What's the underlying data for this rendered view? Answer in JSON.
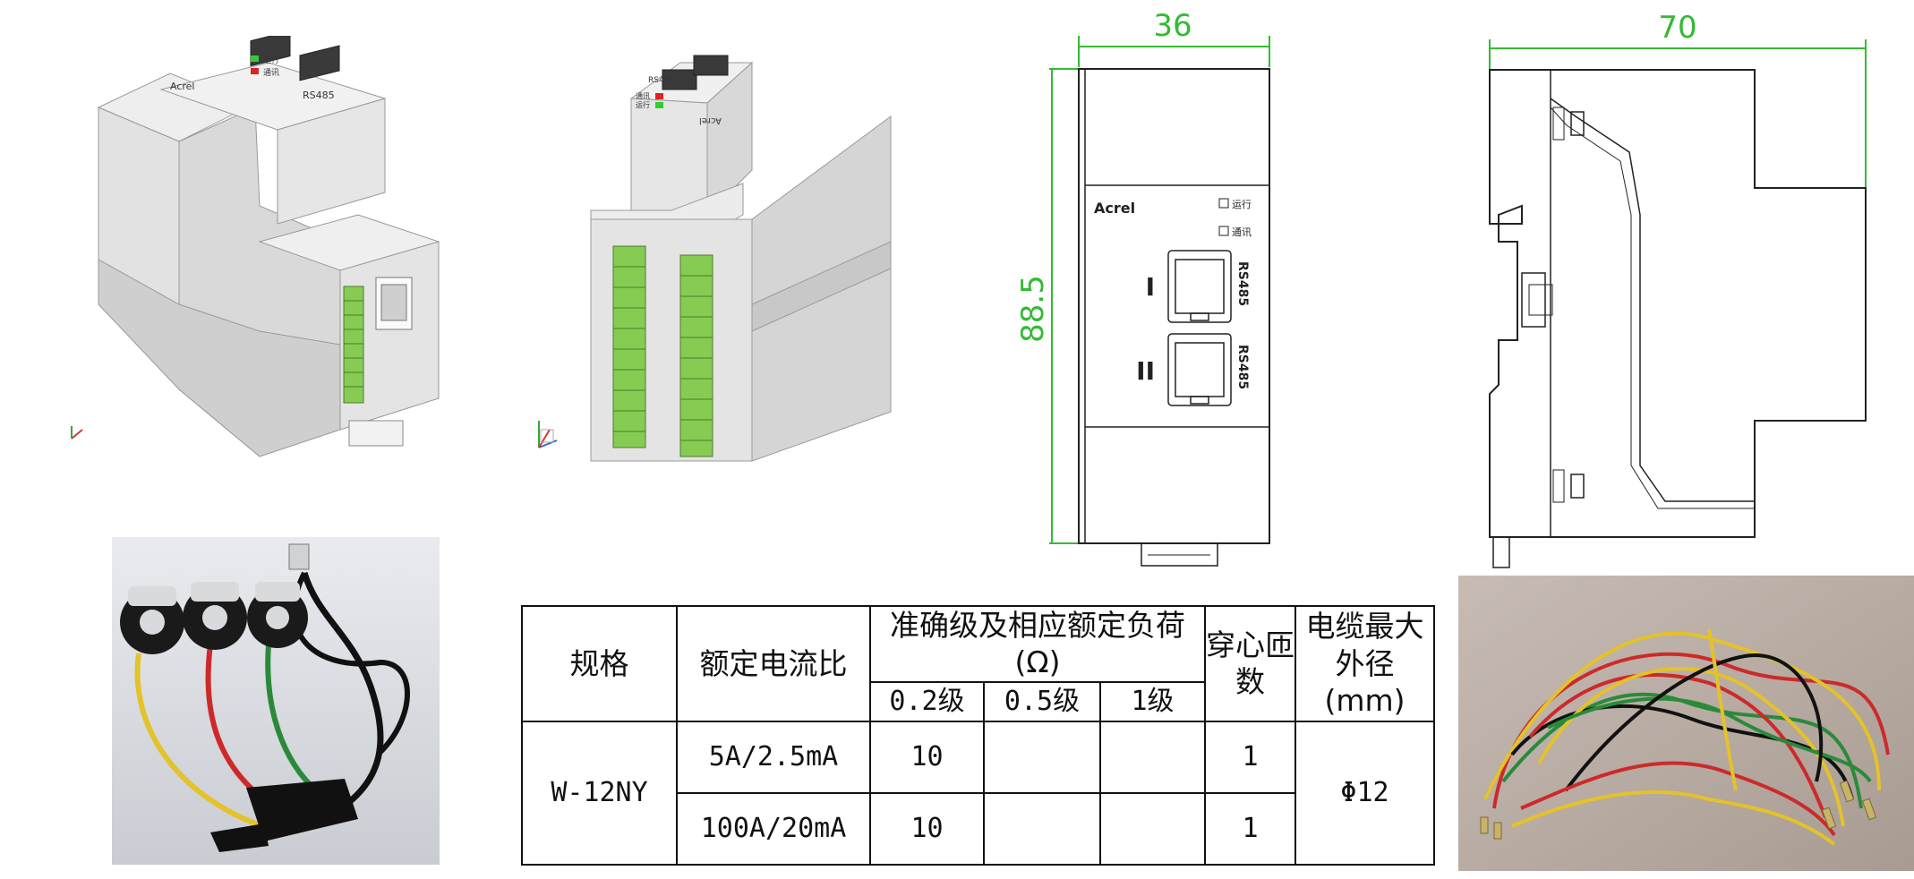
{
  "drawings": {
    "front_view": {
      "dim_width": "36",
      "dim_height": "88.5",
      "brand": "Acrel",
      "led_run": "运行",
      "led_comm": "通讯",
      "port_1_numeral": "I",
      "port_2_numeral": "II",
      "port_1_label": "RS485",
      "port_2_label": "RS485"
    },
    "side_view": {
      "dim_width": "70"
    },
    "module_render_1": {
      "brand": "Acrel",
      "port_label": "RS485",
      "led_run": "运行",
      "led_comm": "通讯"
    },
    "module_render_2": {
      "brand": "Acrel",
      "port_label": "RS485",
      "led_run": "运行",
      "led_comm": "通讯"
    }
  },
  "spec_table": {
    "headers": {
      "spec": "规格",
      "rated_ratio": "额定电流比",
      "accuracy_group": "准确级及相应额定负荷(Ω)",
      "class_02": "0.2级",
      "class_05": "0.5级",
      "class_1": "1级",
      "turns": "穿心匝数",
      "cable_diameter": "电缆最大外径(mm)"
    },
    "rows": [
      {
        "model": "W-12NY",
        "ratio": "5A/2.5mA",
        "class_02": "10",
        "class_05": "",
        "class_1": "",
        "turns": "1",
        "diameter": "Φ12"
      },
      {
        "ratio": "100A/20mA",
        "class_02": "10",
        "class_05": "",
        "class_1": "",
        "turns": "1"
      }
    ]
  },
  "colors": {
    "dimension_green": "#33bb33",
    "terminal_green": "#86cc52",
    "wire_red": "#cc2a2a",
    "wire_yellow": "#e4c22a",
    "wire_green": "#2a8a3a",
    "led_green": "#33cc33",
    "led_red": "#dd2222"
  }
}
